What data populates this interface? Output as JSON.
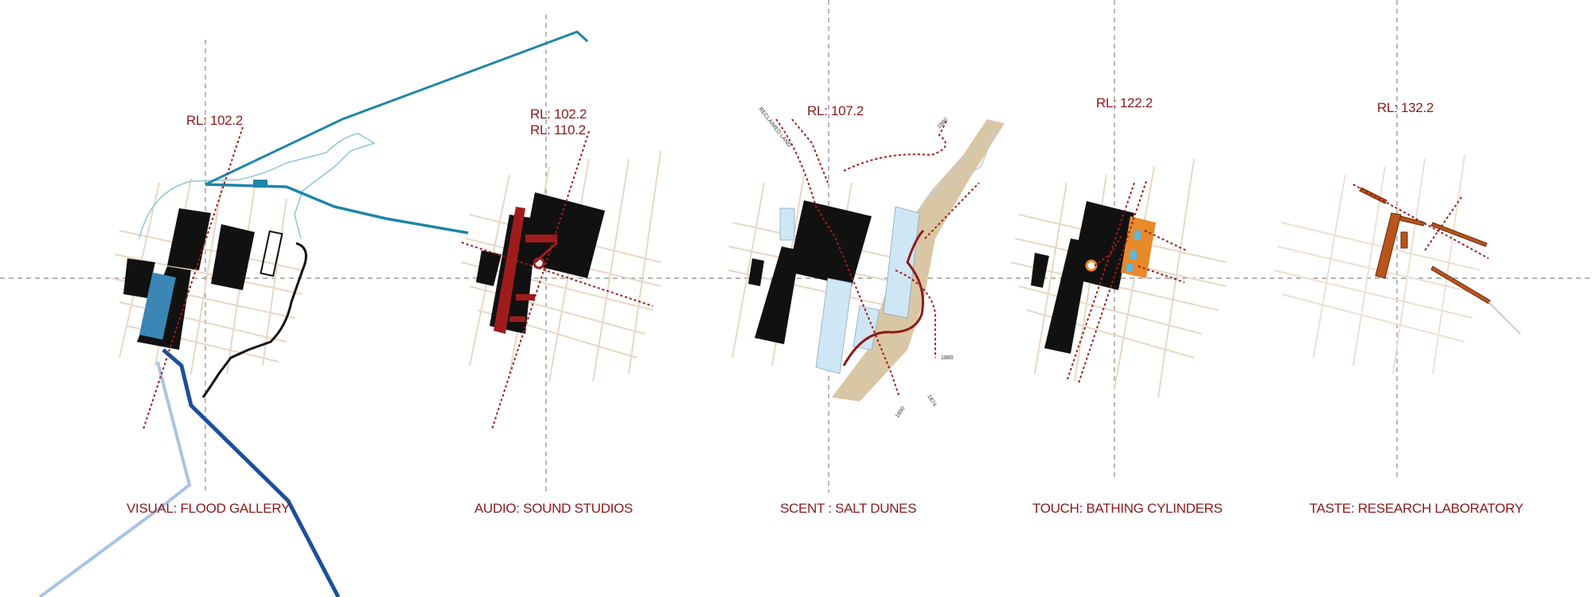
{
  "colors": {
    "accent_red": "#8b1a1a",
    "building": "#111111",
    "grid_line": "#e8d7c4",
    "dashed_axis": "#888888",
    "water_blue": "#1d86a8",
    "deep_blue": "#1c4f9c",
    "light_blue": "#a8c4e4",
    "sand": "#d9c6a4",
    "pool_blue": "#cfe6f5",
    "orange": "#e8892a",
    "rust": "#b8541c"
  },
  "panels": [
    {
      "caption": "VISUAL: FLOOD GALLERY",
      "levels": [
        "RL: 102.2"
      ]
    },
    {
      "caption": "AUDIO: SOUND STUDIOS",
      "levels": [
        "RL: 102.2",
        "RL: 110.2"
      ]
    },
    {
      "caption": "SCENT : SALT DUNES",
      "levels": [
        "RL: 107.2"
      ],
      "annotations": [
        "RECLAIMED LAND",
        "1880",
        "1880",
        "1874",
        "1890"
      ]
    },
    {
      "caption": "TOUCH:  BATHING CYLINDERS",
      "levels": [
        "RL: 122.2"
      ]
    },
    {
      "caption": "TASTE: RESEARCH LABORATORY",
      "levels": [
        "RL: 132.2"
      ]
    }
  ]
}
